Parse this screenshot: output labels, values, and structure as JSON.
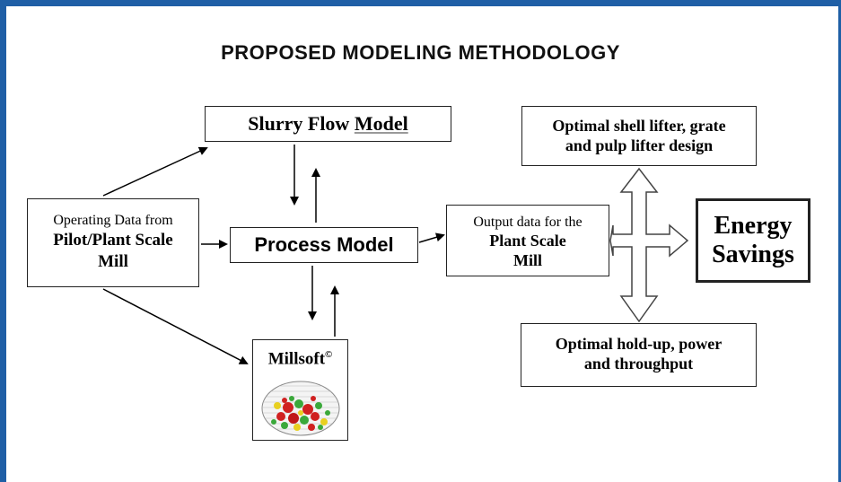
{
  "title": "PROPOSED MODELING METHODOLOGY",
  "nodes": {
    "slurry_flow": {
      "text_a": "Slurry Flow ",
      "text_b": "Model"
    },
    "operating_data": {
      "line1": "Operating Data from",
      "line2": "Pilot/Plant Scale",
      "line3": "Mill"
    },
    "process_model": {
      "text": "Process Model"
    },
    "output_data": {
      "line1": "Output data for the",
      "line2": "Plant Scale",
      "line3": "Mill"
    },
    "energy_savings": {
      "line1": "Energy",
      "line2": "Savings"
    },
    "shell_lifter": {
      "line1": "Optimal shell lifter, grate",
      "line2": "and pulp lifter design"
    },
    "holdup": {
      "line1": "Optimal hold-up, power",
      "line2": "and throughput"
    },
    "millsoft": {
      "text": "Millsoft",
      "mark": "©"
    }
  },
  "colors": {
    "frame": "#1f5fa6",
    "ball_red": "#d02020",
    "ball_green": "#3aa83a",
    "ball_yellow": "#e8d020"
  }
}
